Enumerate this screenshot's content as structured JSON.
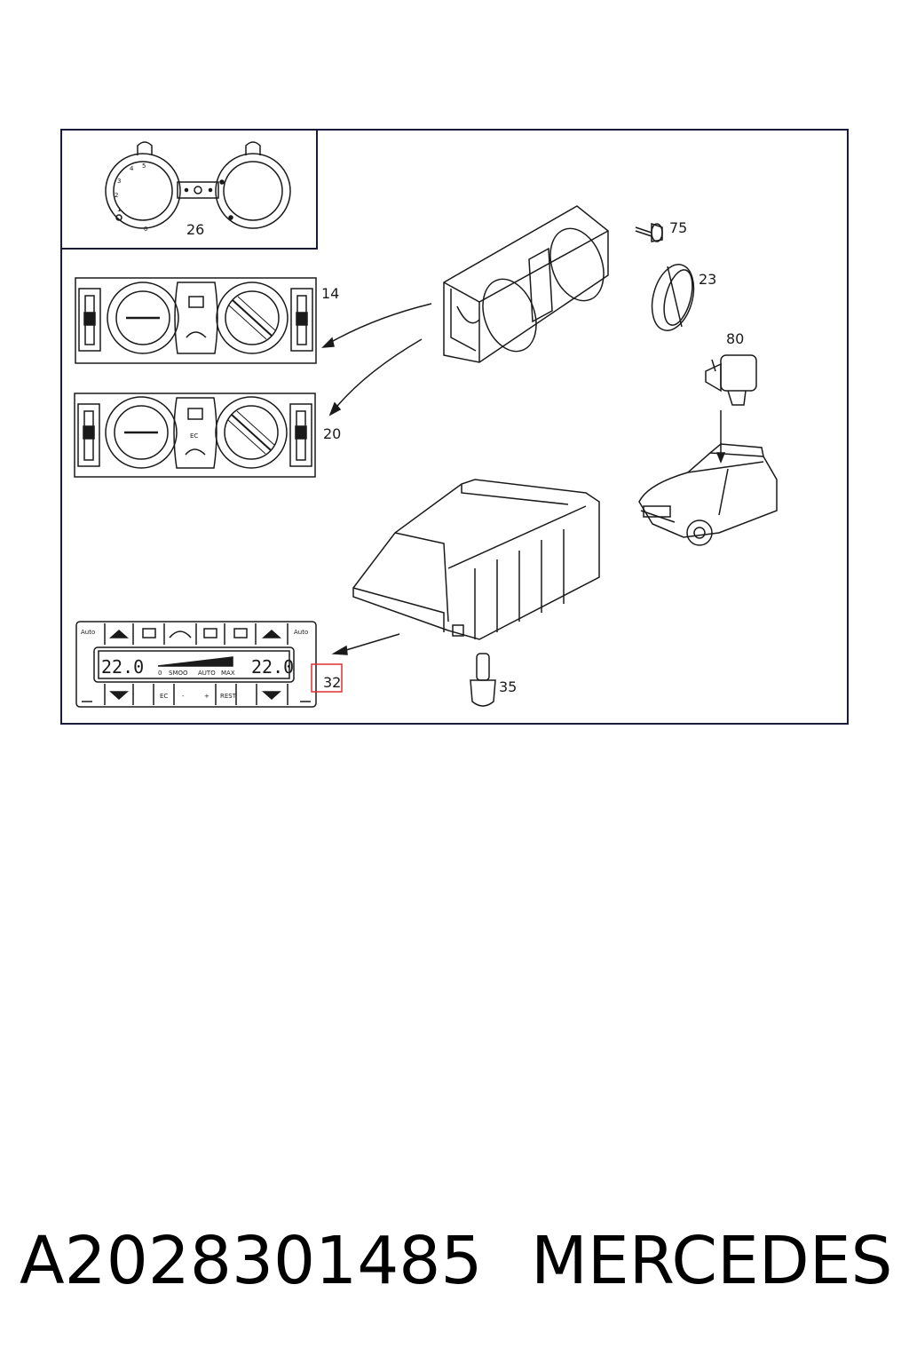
{
  "diagram": {
    "callouts": {
      "c26": "26",
      "c14": "14",
      "c20": "20",
      "c75": "75",
      "c23": "23",
      "c80": "80",
      "c35": "35",
      "c32": "32"
    },
    "highlight_color": "#e03030",
    "line_color": "#1a1a1a",
    "frame_color": "#1a1a3a",
    "dial_numbers": {
      "n0": "0",
      "n1": "1",
      "n2": "2",
      "n3": "3",
      "n4": "4",
      "n5": "5"
    },
    "climate_panel": {
      "auto_left": "Auto",
      "auto_right": "Auto",
      "temp_left": "22.0",
      "temp_right": "22.0",
      "scale_0": "0",
      "scale_smoo": "SMOO",
      "scale_auto": "AUTO",
      "scale_max": "MAX",
      "ec_label": "EC",
      "rest_label": "REST",
      "minus": "-",
      "plus": "+"
    },
    "panel20_ec": "EC"
  },
  "caption": {
    "part_number": "A2028301485",
    "brand": "MERCEDES"
  }
}
